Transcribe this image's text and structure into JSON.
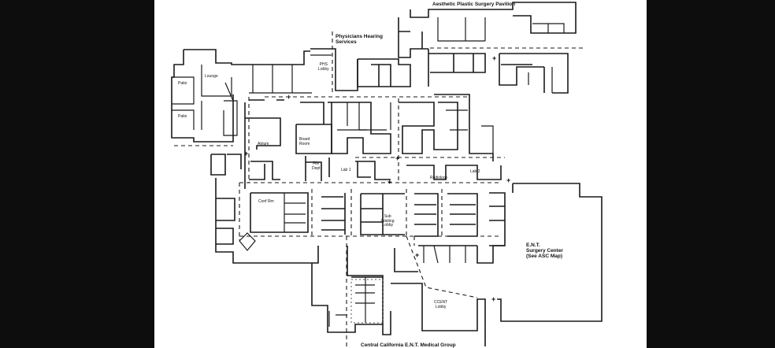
{
  "map": {
    "labels": {
      "aesthetic": "Aesthetic Plastic Surgery Pavilion",
      "physicians": "Physicians Hearing\nServices",
      "phs_lobby": "PHS\nLobby",
      "lounge": "Lounge",
      "patio1": "Patio",
      "patio2": "Patio",
      "atrium": "Atrium",
      "board_room": "Board\nRoom",
      "file_dept": "File\nDept",
      "lab1": "Lab 1",
      "radiology": "Radiology",
      "lab2": "Lab 2",
      "conf_rm": "Conf Rm",
      "sub_waiting": "Sub\nWaiting\nLobby",
      "ent_center": "E.N.T.\nSurgery Center\n(See ASC Map)",
      "ccent_lobby": "CCENT\nLobby",
      "central": "Central California E.N.T. Medical Group"
    },
    "markers": {
      "plus": "+"
    }
  }
}
